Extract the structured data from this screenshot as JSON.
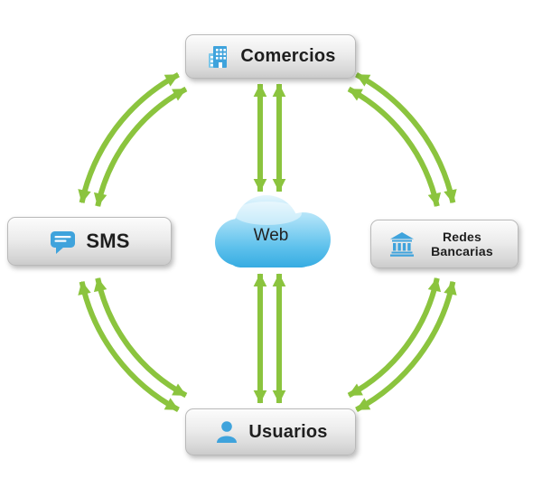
{
  "diagram": {
    "center_node": {
      "label": "Web",
      "icon": "cloud-icon"
    },
    "nodes": {
      "comercios": {
        "label": "Comercios",
        "icon": "building-icon"
      },
      "sms": {
        "label": "SMS",
        "icon": "chat-bubble-icon"
      },
      "redes_bancarias": {
        "label": "Redes Bancarias",
        "icon": "bank-icon"
      },
      "usuarios": {
        "label": "Usuarios",
        "icon": "user-icon"
      }
    },
    "connections": [
      {
        "from": "SMS",
        "to": "Comercios",
        "bidirectional": true,
        "style": "double-arc"
      },
      {
        "from": "Comercios",
        "to": "Redes Bancarias",
        "bidirectional": true,
        "style": "double-arc"
      },
      {
        "from": "Redes Bancarias",
        "to": "Usuarios",
        "bidirectional": true,
        "style": "double-arc"
      },
      {
        "from": "Usuarios",
        "to": "SMS",
        "bidirectional": true,
        "style": "double-arc"
      },
      {
        "from": "Comercios",
        "to": "Web",
        "bidirectional": true,
        "style": "double-line"
      },
      {
        "from": "Web",
        "to": "Usuarios",
        "bidirectional": true,
        "style": "double-line"
      }
    ],
    "colors": {
      "arrow_green": "#8bc43e",
      "icon_blue": "#3fa3dc",
      "node_text": "#1e1e1e",
      "cloud_blue": "#2fa8e0"
    }
  }
}
